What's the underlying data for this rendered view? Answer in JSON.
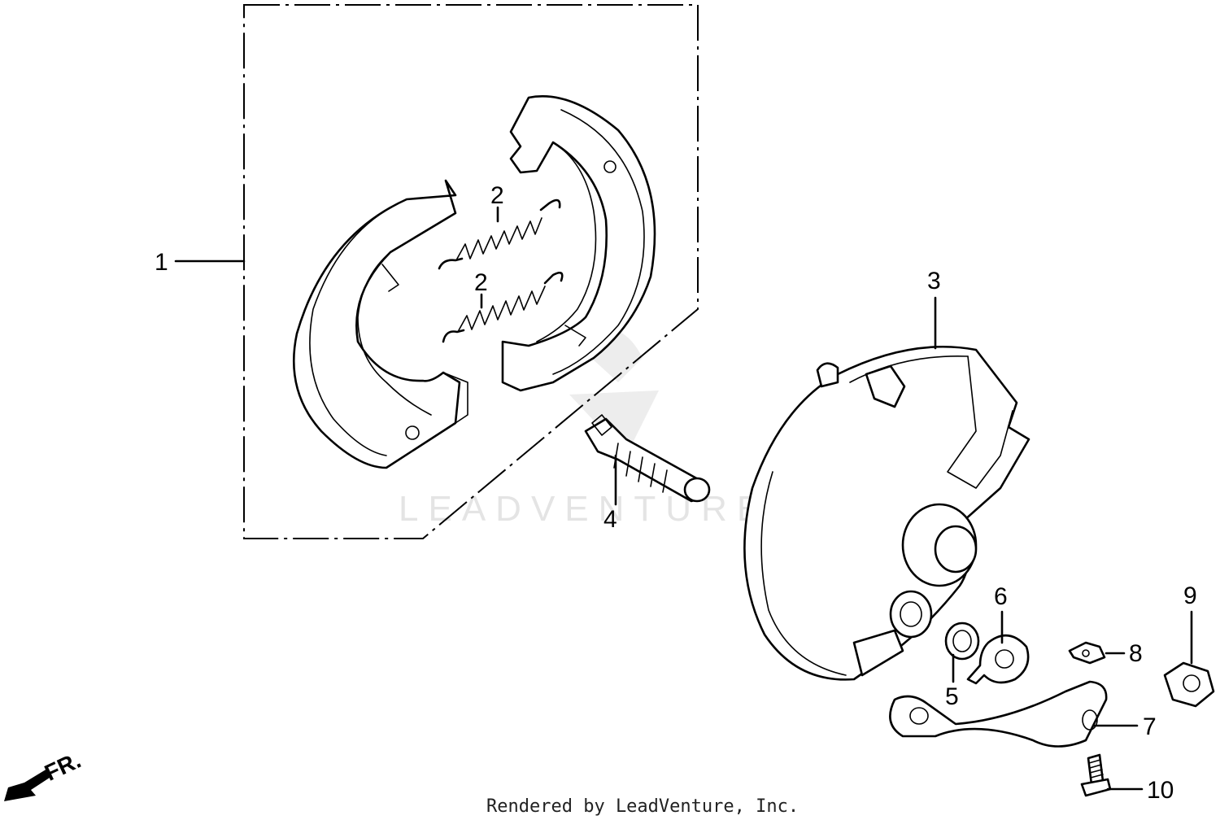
{
  "callouts": [
    {
      "id": "1",
      "text": "1"
    },
    {
      "id": "2a",
      "text": "2"
    },
    {
      "id": "2b",
      "text": "2"
    },
    {
      "id": "3",
      "text": "3"
    },
    {
      "id": "4",
      "text": "4"
    },
    {
      "id": "5",
      "text": "5"
    },
    {
      "id": "6",
      "text": "6"
    },
    {
      "id": "7",
      "text": "7"
    },
    {
      "id": "8",
      "text": "8"
    },
    {
      "id": "9",
      "text": "9"
    },
    {
      "id": "10",
      "text": "10"
    }
  ],
  "direction_label": "FR.",
  "watermark": "LEADVENTURE",
  "footer": "Rendered by LeadVenture, Inc."
}
